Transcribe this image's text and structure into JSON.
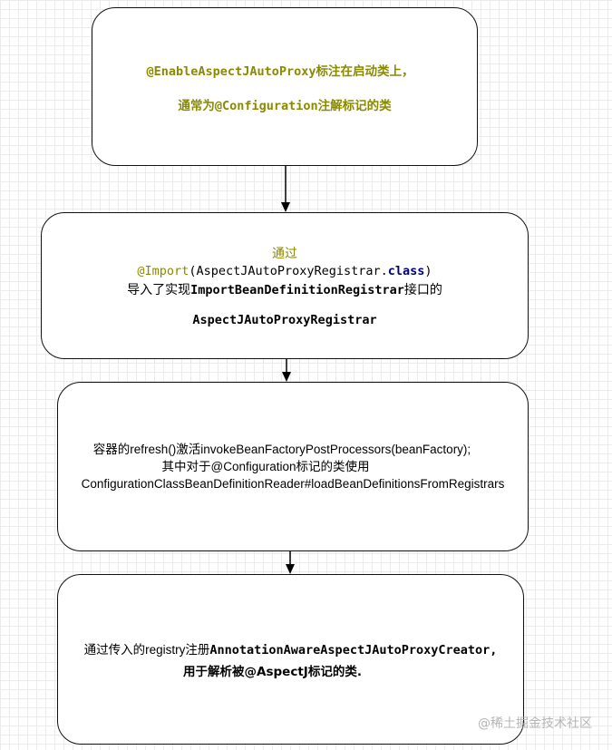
{
  "step1": {
    "line1": "@EnableAspectJAutoProxy标注在启动类上，",
    "line2": "通常为@Configuration注解标记的类"
  },
  "step2": {
    "line1": "通过",
    "line2_annotation": "@Import",
    "line2_arg": "(AspectJAutoProxyRegistrar.",
    "line2_keyword": "class",
    "line2_close": ")",
    "line3_prefix": "导入了实现",
    "line3_interface": "ImportBeanDefinitionRegistrar",
    "line3_suffix": "接口的",
    "line4": "AspectJAutoProxyRegistrar"
  },
  "step3": {
    "line1": "容器的refresh()激活invokeBeanFactoryPostProcessors(beanFactory);",
    "line2": "其中对于@Configuration标记的类使用",
    "line3": "ConfigurationClassBeanDefinitionReader#loadBeanDefinitionsFromRegistrars"
  },
  "step4": {
    "line1_prefix": "通过传入的registry注册",
    "line1_class": "AnnotationAwareAspectJAutoProxyCreator,",
    "line2": "用于解析被@AspectJ标记的类."
  },
  "watermark": "@稀土掘金技术社区",
  "colors": {
    "olive": "#8a8a00",
    "keyword": "#000080",
    "border": "#111111",
    "grid": "#ececec"
  }
}
